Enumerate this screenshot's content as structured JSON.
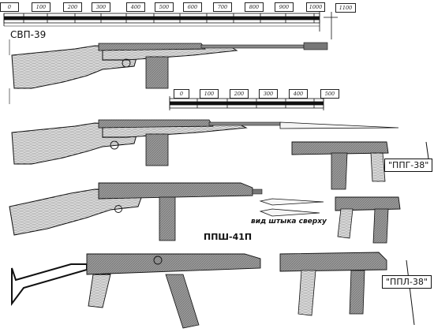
{
  "scale_top": {
    "ticks": [
      "0",
      "100",
      "200",
      "300",
      "400",
      "500",
      "600",
      "700",
      "800",
      "900",
      "1000",
      "1100"
    ]
  },
  "scale_mid": {
    "ticks": [
      "0",
      "100",
      "200",
      "300",
      "400",
      "500"
    ]
  },
  "labels": {
    "svp39": "СВП-39",
    "ppsh41p": "ППШ-41П",
    "bayonet_top": "вид штыка сверху",
    "ppg38": "\"ППГ-38\"",
    "ppl38": "\"ППЛ-38\""
  },
  "colors": {
    "ink": "#111111",
    "steel": "#8a8a8a",
    "wood": "#e9e9e9",
    "paper": "#ffffff"
  }
}
